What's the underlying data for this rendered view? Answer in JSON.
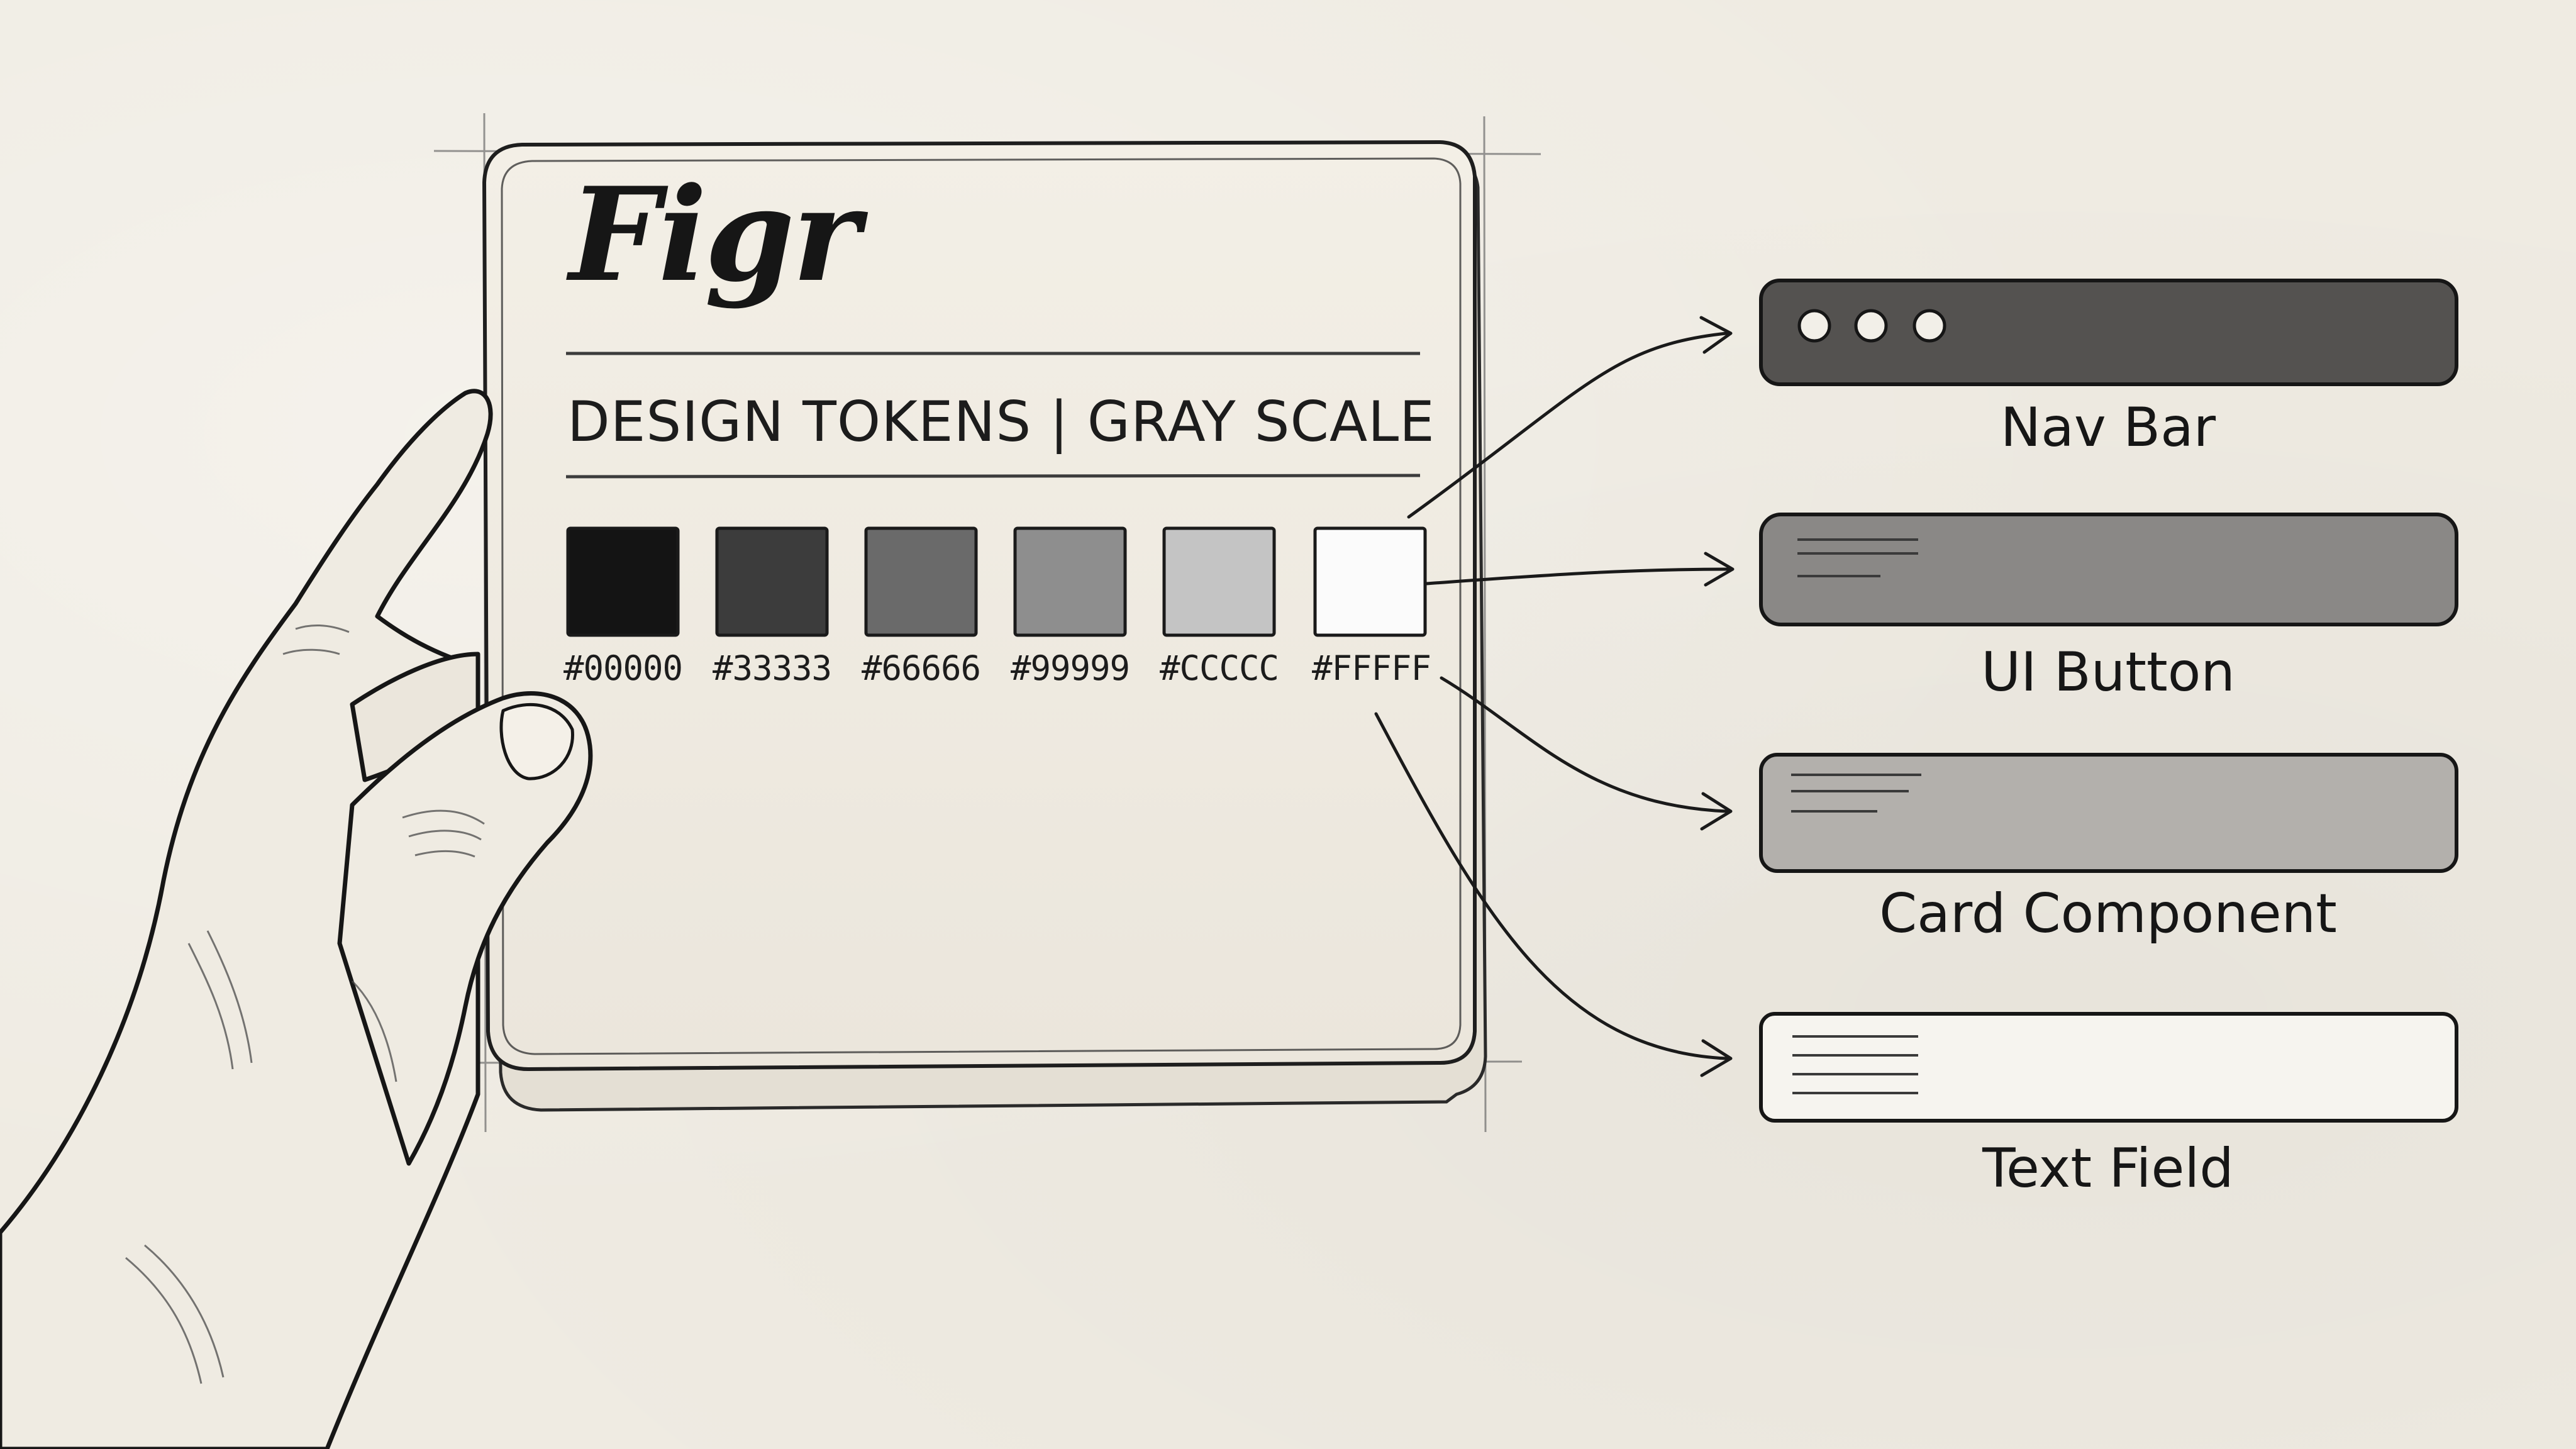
{
  "brand": "Figr",
  "header": {
    "subtitle": "DESIGN TOKENS | GRAY SCALE"
  },
  "swatches": [
    {
      "hex_label": "#00000",
      "color": "#141414"
    },
    {
      "hex_label": "#33333",
      "color": "#3c3c3c"
    },
    {
      "hex_label": "#66666",
      "color": "#6a6a6a"
    },
    {
      "hex_label": "#99999",
      "color": "#8e8e8e"
    },
    {
      "hex_label": "#CCCCC",
      "color": "#c4c4c4"
    },
    {
      "hex_label": "#FFFFF",
      "color": "#fbfbfb"
    }
  ],
  "components": [
    {
      "label": "Nav Bar",
      "fill": "#545250",
      "icon": "window-dots-icon"
    },
    {
      "label": "UI Button",
      "fill": "#8a8886",
      "icon": "text-lines-icon"
    },
    {
      "label": "Card Component",
      "fill": "#b3b0ac",
      "icon": "text-lines-icon"
    },
    {
      "label": "Text Field",
      "fill": "#f6f4ef",
      "icon": "text-lines-icon"
    }
  ]
}
